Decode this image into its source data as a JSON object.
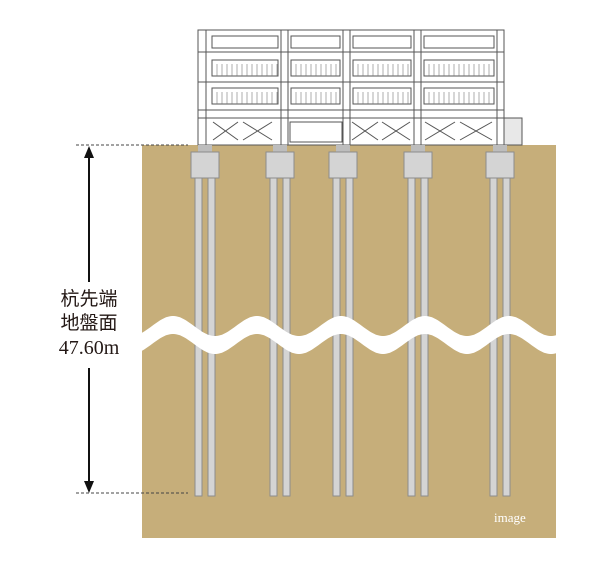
{
  "annotation": {
    "line1": "杭先端",
    "line2": "地盤面",
    "depth": "47.60m"
  },
  "caption": "image",
  "colors": {
    "ground": "#C6AE7A",
    "pile": "#D4D4D4",
    "pile_edge": "#8C8C8C",
    "building_line": "#555555",
    "text": "#231815"
  }
}
